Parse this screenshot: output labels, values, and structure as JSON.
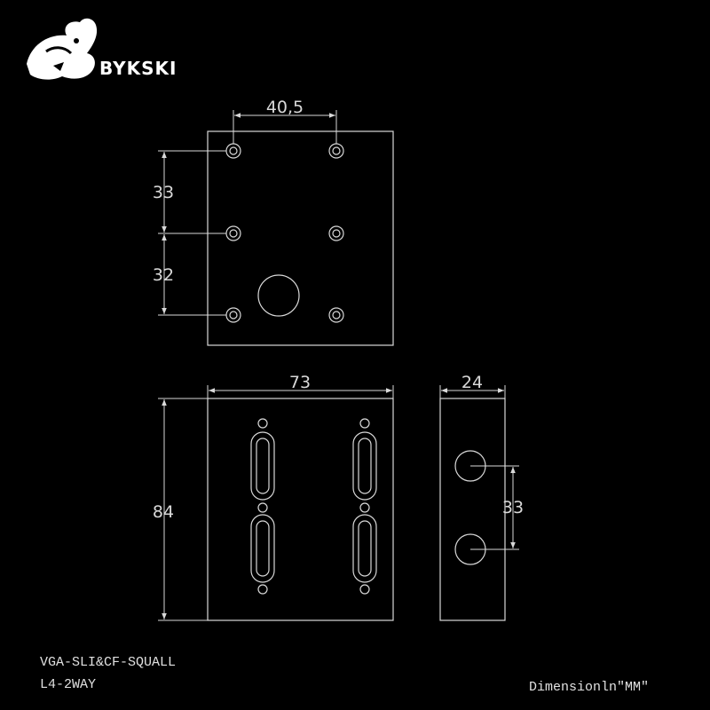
{
  "brand": {
    "name": "BYKSKI",
    "logo_icon": "dragon-logo-icon"
  },
  "colors": {
    "background": "#000000",
    "line": "#d9d9d9",
    "text": "#e0e0e0"
  },
  "top_view": {
    "dim_hole_spacing_x": "40,5",
    "dim_hole_spacing_y1": "33",
    "dim_hole_spacing_y2": "32"
  },
  "front_view": {
    "dim_width": "73",
    "dim_height": "84"
  },
  "side_view": {
    "dim_width": "24",
    "dim_port_spacing": "33"
  },
  "footer": {
    "model_line1": "VGA-SLI&CF-SQUALL",
    "model_line2": "L4-2WAY",
    "unit_note": "Dimensionln\"MM\""
  }
}
